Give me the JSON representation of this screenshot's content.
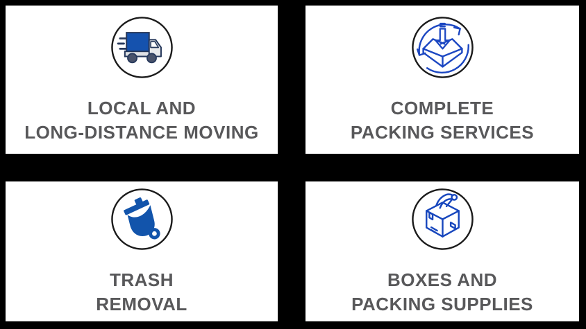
{
  "cards": [
    {
      "id": "local-long-distance-moving",
      "icon": "moving-truck-icon",
      "line1": "LOCAL AND",
      "line2": "LONG-DISTANCE MOVING"
    },
    {
      "id": "complete-packing-services",
      "icon": "packing-box-cycle-icon",
      "line1": "COMPLETE",
      "line2": "PACKING SERVICES"
    },
    {
      "id": "trash-removal",
      "icon": "wheeled-trash-bin-icon",
      "line1": "TRASH",
      "line2": "REMOVAL"
    },
    {
      "id": "boxes-packing-supplies",
      "icon": "tape-dispenser-box-icon",
      "line1": "BOXES AND",
      "line2": "PACKING SUPPLIES"
    }
  ],
  "colors": {
    "bg": "#000000",
    "card-bg": "#ffffff",
    "text": "#58585a",
    "icon-circle": "#1b1b1b",
    "truck-outline": "#27395c",
    "truck-blue": "#1552ae",
    "cab-gray": "#e9eaec",
    "chassis-gray": "#dfe1e4",
    "wheel-gray": "#49536b",
    "line-blue": "#1c47c2",
    "bin-blue": "#1254ab",
    "box-blue": "#1746bd"
  }
}
